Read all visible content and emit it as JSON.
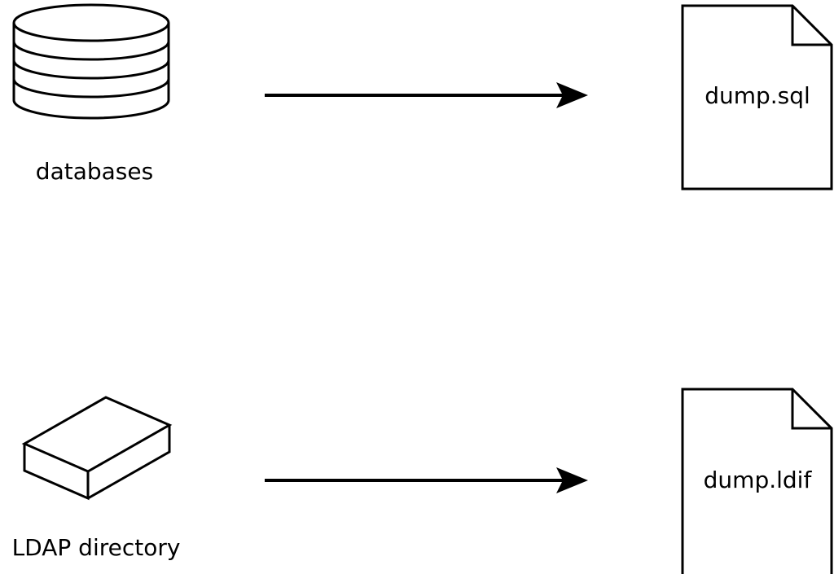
{
  "diagram": {
    "title": "export-to-dump-files-diagram",
    "colors": {
      "stroke": "#000000",
      "background": "#ffffff"
    },
    "rows": [
      {
        "source_icon": "database-cylinder-icon",
        "source_label": "databases",
        "connector_icon": "arrow-right-icon",
        "target_icon": "document-icon",
        "target_label": "dump.sql"
      },
      {
        "source_icon": "box-3d-icon",
        "source_label": "LDAP directory",
        "connector_icon": "arrow-right-icon",
        "target_icon": "document-icon",
        "target_label": "dump.ldif"
      }
    ]
  }
}
